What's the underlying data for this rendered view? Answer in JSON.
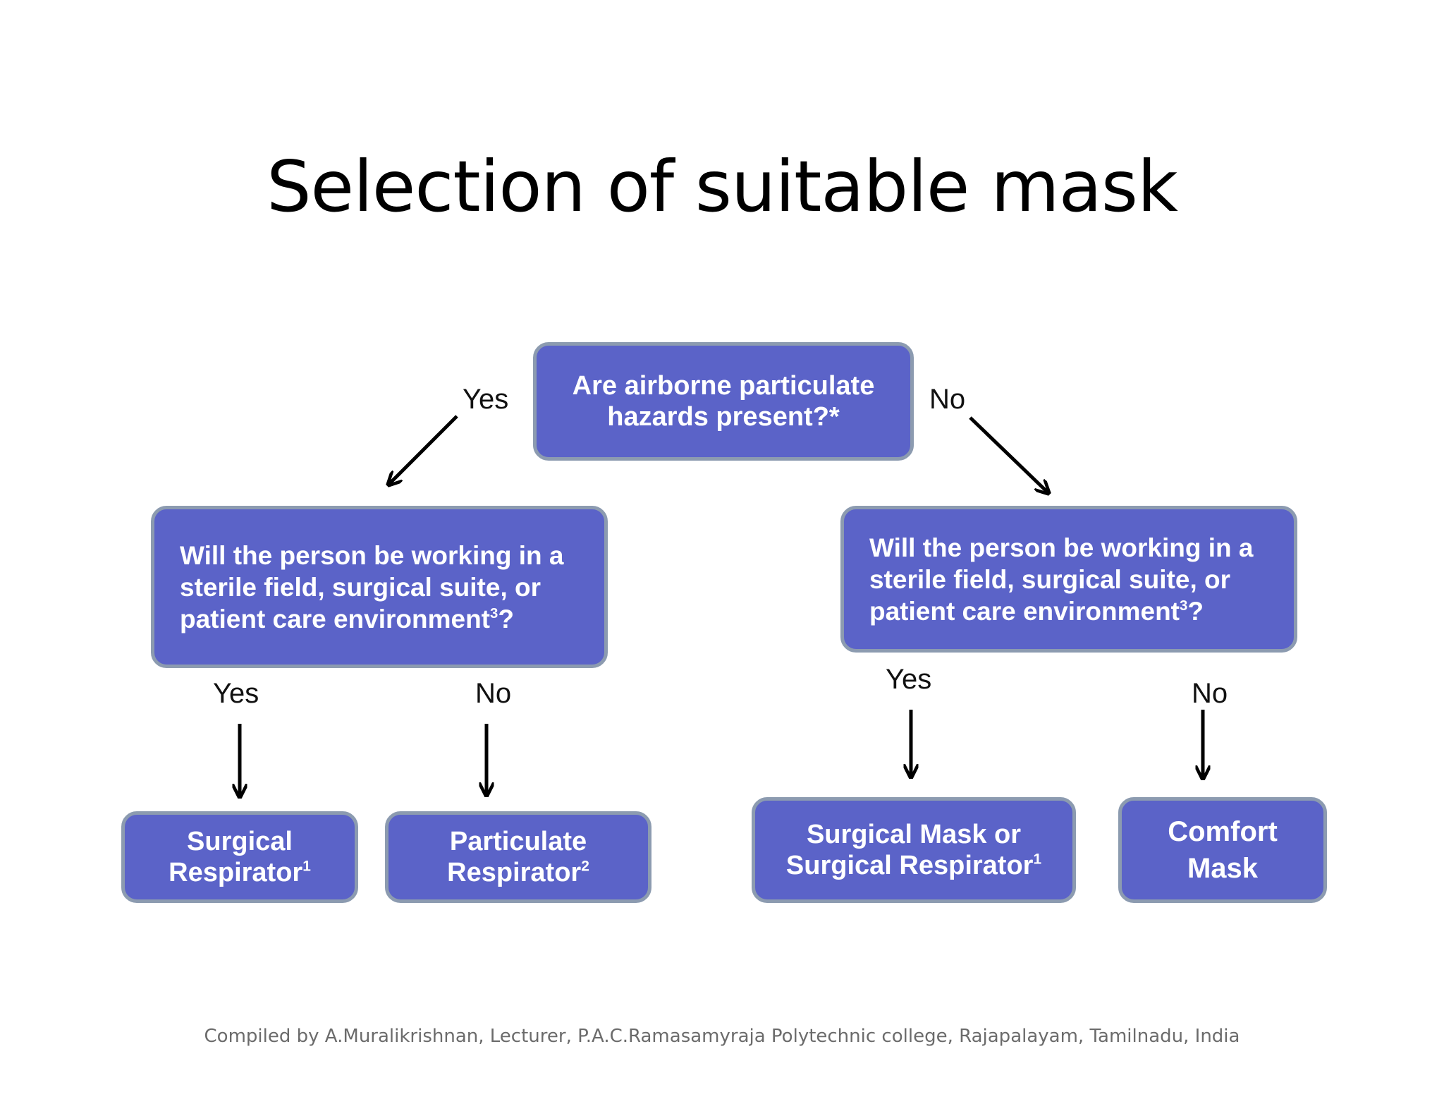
{
  "title": "Selection of suitable mask",
  "nodes": {
    "root": "Are airborne particulate\nhazards present?*",
    "q_left": "Will the person be working in a\nsterile field, surgical suite, or\npatient care environment",
    "q_left_sup": "3",
    "q_left_tail": "?",
    "q_right": "Will the person be working in a\nsterile field, surgical suite, or\npatient care environment",
    "q_right_sup": "3",
    "q_right_tail": "?",
    "surgical_respirator": "Surgical\nRespirator",
    "surgical_respirator_sup": "1",
    "particulate_respirator": "Particulate\nRespirator",
    "particulate_respirator_sup": "2",
    "surgical_mask_or": "Surgical Mask or\nSurgical Respirator",
    "surgical_mask_or_sup": "1",
    "comfort_mask": "Comfort\nMask"
  },
  "labels": {
    "root_yes": "Yes",
    "root_no": "No",
    "left_yes": "Yes",
    "left_no": "No",
    "right_yes": "Yes",
    "right_no": "No"
  },
  "colors": {
    "box_fill": "#5b63c8",
    "box_border": "#8c9bb0",
    "arrow": "#000000"
  },
  "footer": "Compiled by A.Muralikrishnan, Lecturer, P.A.C.Ramasamyraja Polytechnic college, Rajapalayam, Tamilnadu, India"
}
